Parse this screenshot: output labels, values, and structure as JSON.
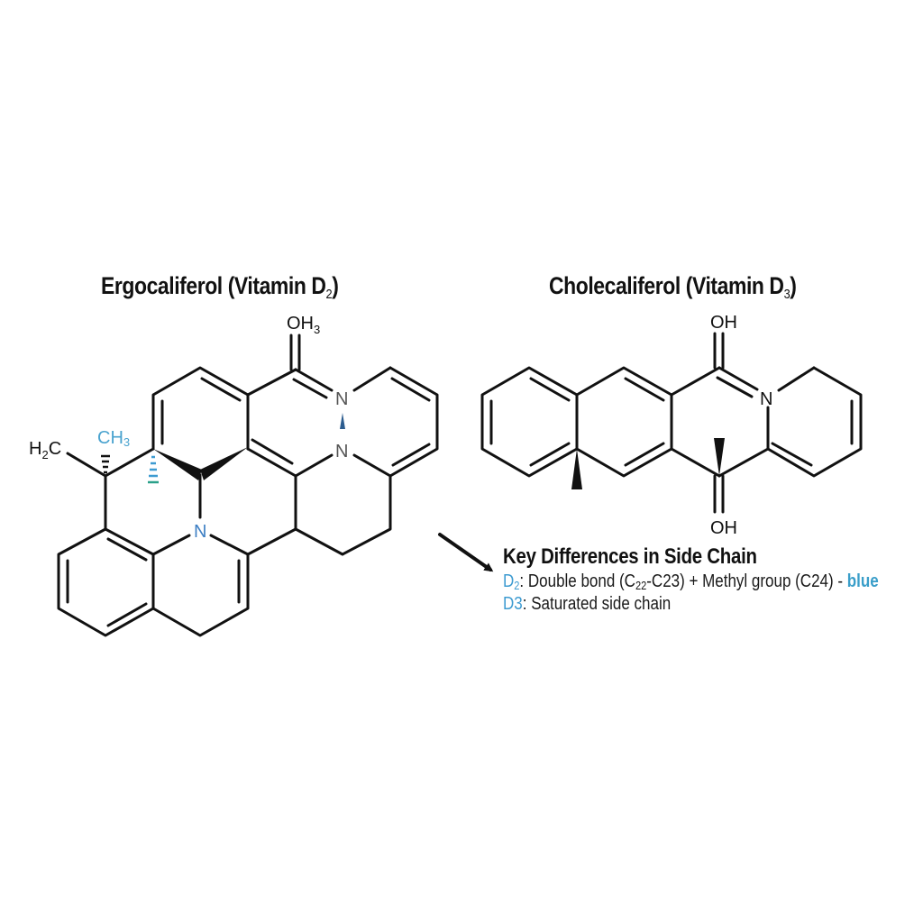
{
  "colors": {
    "bond": "#111111",
    "accent_blue": "#3d9bd1",
    "atom_gray": "#555555",
    "background": "#ffffff"
  },
  "left_molecule": {
    "title_main": "Ergocaliferol (Vitamin D",
    "title_sub": "2",
    "title_close": ")",
    "labels": {
      "top_group_main": "OH",
      "top_group_sub": "3",
      "n_upper": "N",
      "n_lower": "N",
      "n_center": "N",
      "h2c_main_h": "H",
      "h2c_sub": "2",
      "h2c_c": "C",
      "ch3_main": "CH",
      "ch3_sub": "3"
    }
  },
  "right_molecule": {
    "title_main": "Cholecaliferol (Vitamin D",
    "title_sub": "3",
    "title_close": ")",
    "labels": {
      "top_group": "OH",
      "bottom_group": "OH",
      "n_atom": "N"
    }
  },
  "key_differences": {
    "arrow_icon": "arrow-down-right",
    "title": "Key Differences in Side Chain",
    "lines": [
      {
        "tag_main": "D",
        "tag_sub": "2",
        "text_a": ": Double bond (C",
        "text_sub": "22",
        "text_b": "-C23) + Methyl group (C24) - ",
        "accent": "blue"
      },
      {
        "tag_main": "D3",
        "text_a": ": Saturated side chain"
      }
    ]
  }
}
